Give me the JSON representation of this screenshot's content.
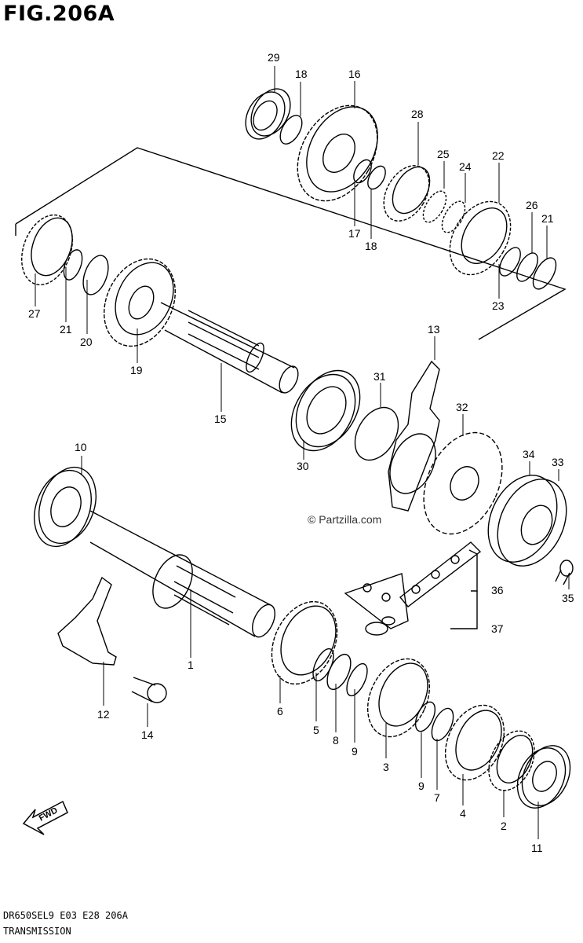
{
  "title": "FIG.206A",
  "footer": {
    "code": "DR650SEL9  E03  E28  206A",
    "name": "TRANSMISSION"
  },
  "watermark": "© Partzilla.com",
  "fwd_label": "FWD",
  "callouts": [
    "29",
    "18",
    "16",
    "28",
    "25",
    "24",
    "22",
    "26",
    "21",
    "17",
    "18",
    "23",
    "27",
    "21",
    "20",
    "19",
    "15",
    "13",
    "31",
    "32",
    "30",
    "34",
    "33",
    "10",
    "36",
    "37",
    "35",
    "1",
    "12",
    "14",
    "6",
    "5",
    "8",
    "9",
    "3",
    "9",
    "7",
    "4",
    "2",
    "11"
  ]
}
